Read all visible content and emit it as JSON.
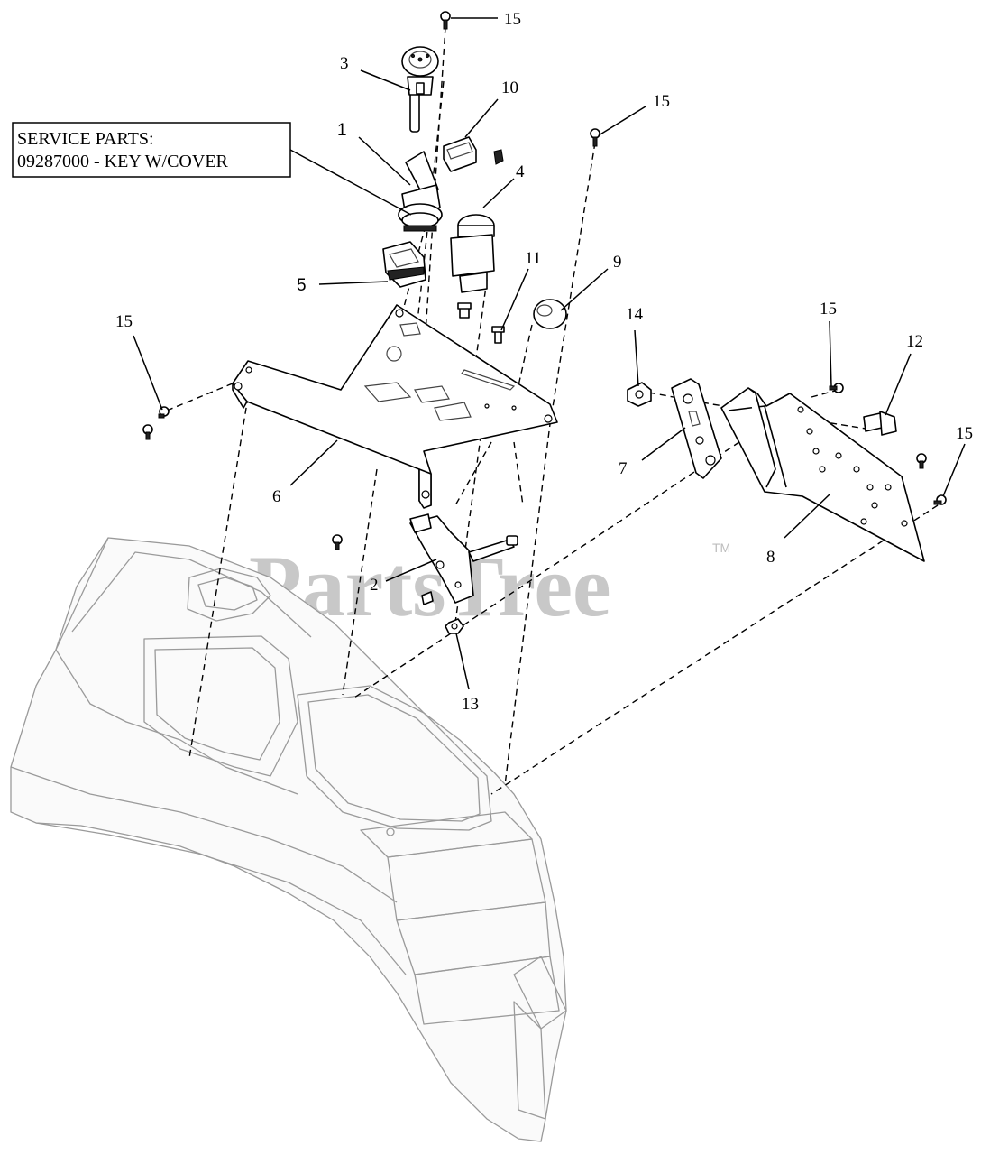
{
  "service_box": {
    "line1": "SERVICE PARTS:",
    "line2": "09287000 - KEY W/COVER"
  },
  "callouts": {
    "c1": "1",
    "c2": "2",
    "c3": "3",
    "c4": "4",
    "c5": "5",
    "c6": "6",
    "c7": "7",
    "c8": "8",
    "c9": "9",
    "c10": "10",
    "c11": "11",
    "c12": "12",
    "c13": "13",
    "c14": "14",
    "c15a": "15",
    "c15b": "15",
    "c15c": "15",
    "c15d": "15",
    "c15e": "15"
  },
  "watermark": {
    "text": "PartsTree",
    "tm": "TM"
  }
}
